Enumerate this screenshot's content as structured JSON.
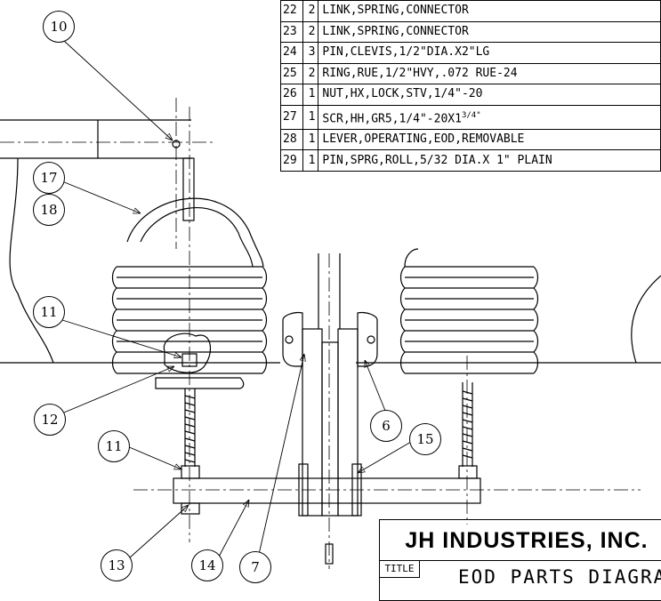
{
  "bom": [
    {
      "item": "22",
      "qty": "2",
      "desc": "LINK,SPRING,CONNECTOR"
    },
    {
      "item": "23",
      "qty": "2",
      "desc": "LINK,SPRING,CONNECTOR"
    },
    {
      "item": "24",
      "qty": "3",
      "desc": "PIN,CLEVIS,1/2\"DIA.X2\"LG"
    },
    {
      "item": "25",
      "qty": "2",
      "desc": "RING,RUE,1/2\"HVY,.072 RUE-24"
    },
    {
      "item": "26",
      "qty": "1",
      "desc": "NUT,HX,LOCK,STV,1/4\"-20"
    },
    {
      "item": "27",
      "qty": "1",
      "desc": "SCR,HH,GR5,1/4\"-20X1",
      "sup": "3/4\""
    },
    {
      "item": "28",
      "qty": "1",
      "desc": "LEVER,OPERATING,EOD,REMOVABLE"
    },
    {
      "item": "29",
      "qty": "1",
      "desc": "PIN,SPRG,ROLL,5/32 DIA.X 1\" PLAIN"
    }
  ],
  "title_block": {
    "company": "JH INDUSTRIES, INC.",
    "title_label": "TITLE",
    "title": "EOD PARTS DIAGRAM"
  },
  "callouts": {
    "c10": "10",
    "c17": "17",
    "c18": "18",
    "c11a": "11",
    "c12": "12",
    "c11b": "11",
    "c13": "13",
    "c14": "14",
    "c7": "7",
    "c6": "6",
    "c15": "15"
  }
}
